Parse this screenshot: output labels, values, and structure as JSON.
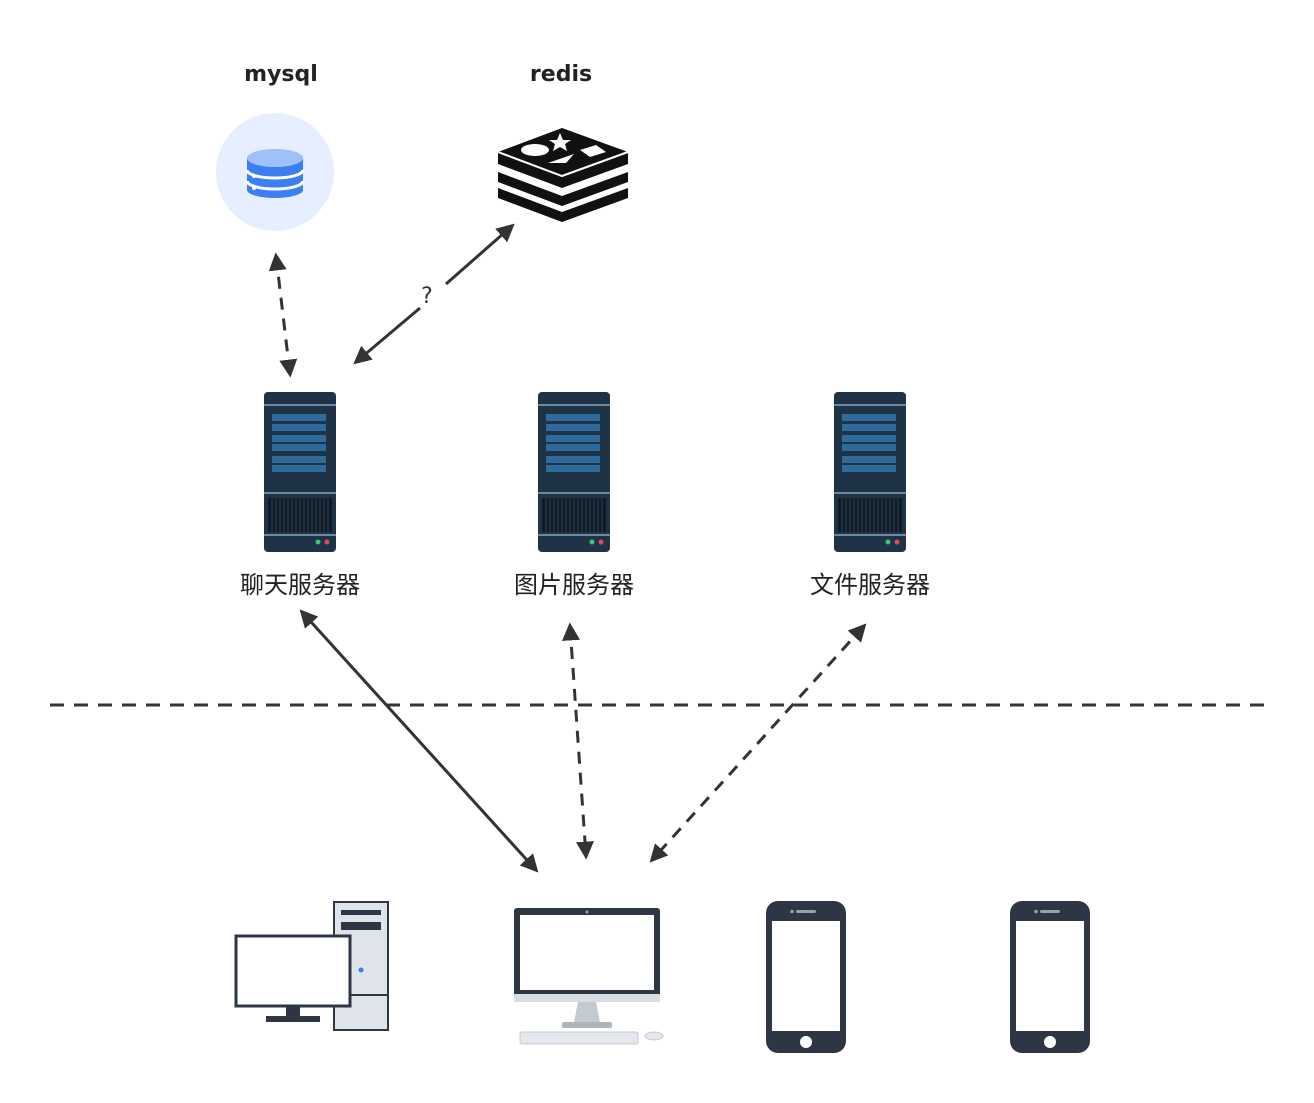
{
  "labels": {
    "mysql": "mysql",
    "redis": "redis",
    "chat_server": "聊天服务器",
    "image_server": "图片服务器",
    "file_server": "文件服务器",
    "question": "?"
  },
  "icons": {
    "mysql": "database-icon",
    "redis": "redis-logo-icon",
    "servers": "server-tower-icon",
    "desktop_pc": "desktop-pc-icon",
    "imac": "imac-icon",
    "phone": "smartphone-icon"
  },
  "colors": {
    "arrow": "#333333",
    "server_body": "#1e3346",
    "server_panel": "#2e6b9b",
    "db_bg": "#e6efff",
    "db_blue": "#3b7ff0",
    "phone": "#2e3544"
  }
}
